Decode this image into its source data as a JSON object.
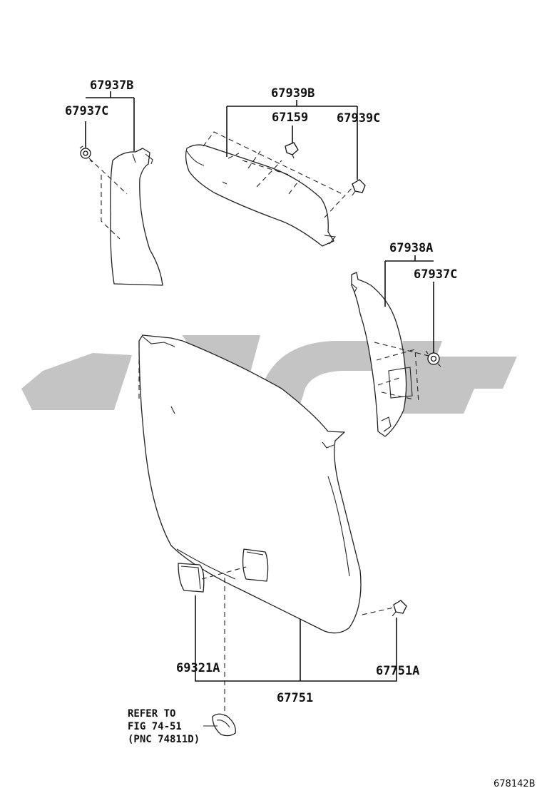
{
  "labels": {
    "p67937B": "67937B",
    "p67937C_top": "67937C",
    "p67939B": "67939B",
    "p67159": "67159",
    "p67939C": "67939C",
    "p67938A": "67938A",
    "p67937C_right": "67937C",
    "p69321A": "69321A",
    "p67751A": "67751A",
    "p67751": "67751"
  },
  "refer_note": {
    "line1": "REFER TO",
    "line2": "FIG 74-51",
    "line3": "(PNC 74811D)"
  },
  "diagram_code": "678142B",
  "colors": {
    "line": "#222222",
    "watermark": "#c4c4c4",
    "background": "#ffffff"
  }
}
